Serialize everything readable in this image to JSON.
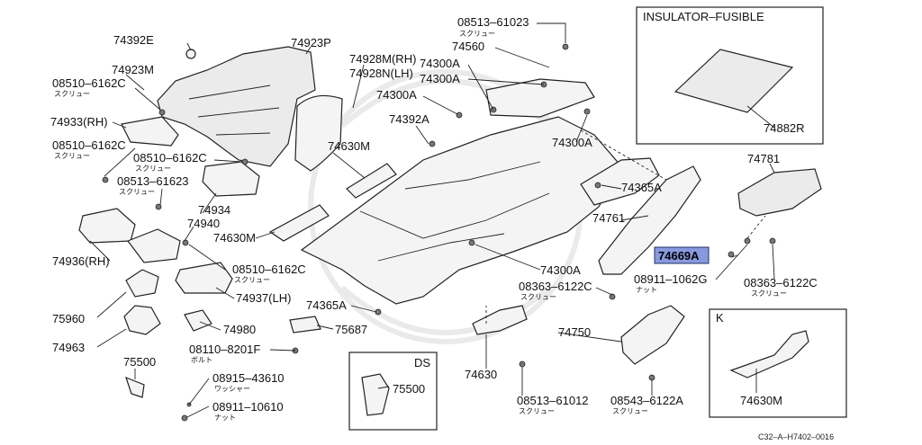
{
  "callouts": {
    "p74392E": "74392E",
    "p74923P": "74923P",
    "p74923M": "74923M",
    "p08510_6162C_a": "08510–6162C",
    "screw_a": "スクリュー",
    "p74933RH": "74933(RH)",
    "p08510_6162C_b": "08510–6162C",
    "screw_b": "スクリュー",
    "p08510_6162C_c": "08510–6162C",
    "screw_c": "スクリュー",
    "p08513_61623": "08513–61623",
    "screw_d": "スクリュー",
    "p74934": "74934",
    "p74940": "74940",
    "p74630M_a": "74630M",
    "p74936RH": "74936(RH)",
    "p08510_6162C_d": "08510–6162C",
    "screw_e": "スクリュー",
    "p74937LH": "74937(LH)",
    "p75960": "75960",
    "p74963": "74963",
    "p74980": "74980",
    "p08110_8201F": "08110–8201F",
    "bolt_a": "ボルト",
    "p75687": "75687",
    "p74365A_a": "74365A",
    "p75500_a": "75500",
    "p08915_43610": "08915–43610",
    "washer": "ワッシャー",
    "p08911_10610": "08911–10610",
    "nut_a": "ナット",
    "ds": "DS",
    "p75500_b": "75500",
    "p74928M": "74928M(RH)",
    "p74928N": "74928N(LH)",
    "p74630M_b": "74630M",
    "p74392A": "74392A",
    "p74300A_a": "74300A",
    "p74300A_b": "74300A",
    "p74300A_c": "74300A",
    "p08513_61023": "08513–61023",
    "screw_f": "スクリュー",
    "p74560": "74560",
    "p74300A_d": "74300A",
    "p74300A_e": "74300A",
    "p74365A_b": "74365A",
    "p74761": "74761",
    "p08363_6122C_a": "08363–6122C",
    "screw_g": "スクリュー",
    "p74630": "74630",
    "p74750": "74750",
    "p08513_61012": "08513–61012",
    "screw_h": "スクリュー",
    "p08543_6122A": "08543–6122A",
    "screw_i": "スクリュー",
    "insulator_title": "INSULATOR–FUSIBLE",
    "p74882R": "74882R",
    "p74781": "74781",
    "p74669A": "74669A",
    "p08911_1062G": "08911–1062G",
    "nut_b": "ナット",
    "p08363_6122C_b": "08363–6122C",
    "screw_j": "スクリュー",
    "k": "K",
    "p74630M_c": "74630M",
    "drawing_code": "C32–A–H7402–0016"
  },
  "highlight_color": "#8899dd"
}
